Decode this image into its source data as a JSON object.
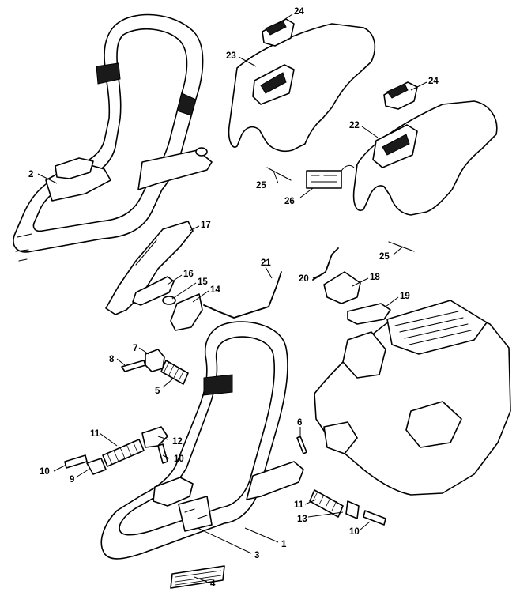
{
  "callouts": [
    {
      "id": "c1",
      "label": "1"
    },
    {
      "id": "c2",
      "label": "2"
    },
    {
      "id": "c3",
      "label": "3"
    },
    {
      "id": "c4",
      "label": "4"
    },
    {
      "id": "c5",
      "label": "5"
    },
    {
      "id": "c6",
      "label": "6"
    },
    {
      "id": "c7",
      "label": "7"
    },
    {
      "id": "c8",
      "label": "8"
    },
    {
      "id": "c9",
      "label": "9"
    },
    {
      "id": "c10a",
      "label": "10"
    },
    {
      "id": "c10b",
      "label": "10"
    },
    {
      "id": "c10c",
      "label": "10"
    },
    {
      "id": "c11a",
      "label": "11"
    },
    {
      "id": "c11b",
      "label": "11"
    },
    {
      "id": "c12",
      "label": "12"
    },
    {
      "id": "c13",
      "label": "13"
    },
    {
      "id": "c14",
      "label": "14"
    },
    {
      "id": "c15",
      "label": "15"
    },
    {
      "id": "c16",
      "label": "16"
    },
    {
      "id": "c17",
      "label": "17"
    },
    {
      "id": "c18",
      "label": "18"
    },
    {
      "id": "c19",
      "label": "19"
    },
    {
      "id": "c20",
      "label": "20"
    },
    {
      "id": "c21",
      "label": "21"
    },
    {
      "id": "c22",
      "label": "22"
    },
    {
      "id": "c23",
      "label": "23"
    },
    {
      "id": "c24a",
      "label": "24"
    },
    {
      "id": "c24b",
      "label": "24"
    },
    {
      "id": "c25a",
      "label": "25"
    },
    {
      "id": "c25b",
      "label": "25"
    },
    {
      "id": "c26",
      "label": "26"
    }
  ]
}
